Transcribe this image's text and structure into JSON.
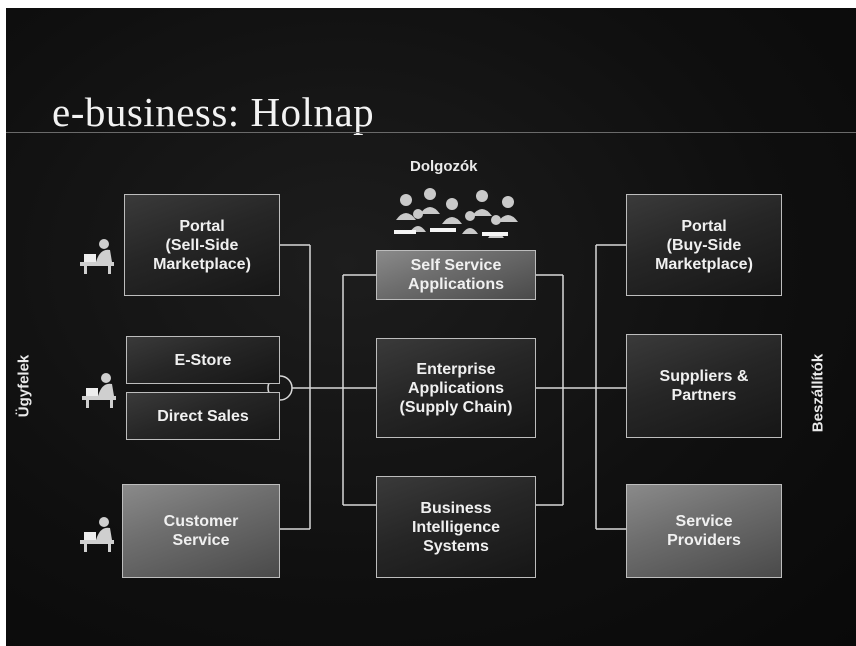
{
  "title": "e-business: Holnap",
  "labels": {
    "employees": "Dolgozók",
    "customers": "Ügyfelek",
    "suppliers": "Beszállítók"
  },
  "left": {
    "portal": "Portal\n(Sell-Side\nMarketplace)",
    "estore": "E-Store",
    "direct_sales": "Direct Sales",
    "customer_service": "Customer\nService"
  },
  "center": {
    "self_service": "Self Service\nApplications",
    "enterprise": "Enterprise\nApplications\n(Supply Chain)",
    "bi": "Business\nIntelligence\nSystems"
  },
  "right": {
    "portal": "Portal\n(Buy-Side\nMarketplace)",
    "suppliers": "Suppliers &\nPartners",
    "service_providers": "Service\nProviders"
  },
  "colors": {
    "background": "#111111",
    "box_border": "#bdbdbd",
    "text": "#f0f0f0",
    "connector": "#d8d8d8"
  },
  "icons": [
    "person-at-desk-icon",
    "employees-group-icon"
  ]
}
